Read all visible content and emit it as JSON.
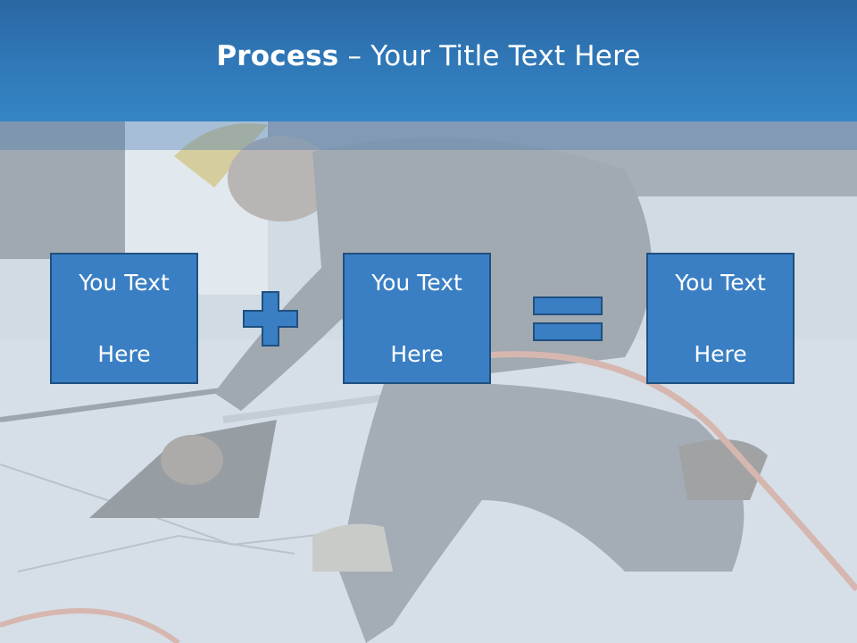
{
  "slide": {
    "title": {
      "bold_part": "Process",
      "separator": " – ",
      "regular_part": "Your Title Text Here"
    },
    "boxes": [
      {
        "line1": "You Text",
        "line2": "Here"
      },
      {
        "line1": "You Text",
        "line2": "Here"
      },
      {
        "line1": "You Text",
        "line2": "Here"
      }
    ],
    "operators": [
      "plus-icon",
      "equals-icon"
    ]
  },
  "colors": {
    "title_band": "#2f76b5",
    "box_fill": "#3a7fc3",
    "box_border": "#1f4f80",
    "text": "#ffffff"
  }
}
